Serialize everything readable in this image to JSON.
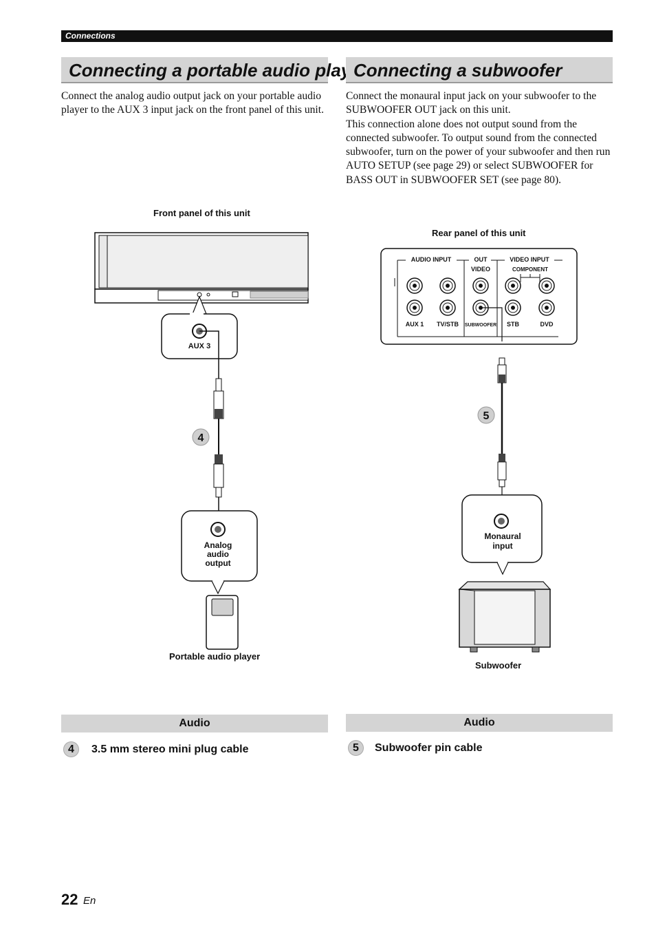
{
  "header": {
    "section": "Connections"
  },
  "left": {
    "title": "Connecting a portable audio player",
    "body": "Connect the analog audio output jack on your portable audio player to the AUX 3 input jack on the front panel of this unit.",
    "figure": {
      "front_panel_label": "Front panel of this unit",
      "aux_label": "AUX 3",
      "step_number": "4",
      "output_label_lines": [
        "Analog",
        "audio",
        "output"
      ],
      "device_label": "Portable audio player"
    },
    "cable_section": {
      "heading": "Audio",
      "number": "4",
      "label": "3.5 mm stereo mini plug cable"
    }
  },
  "right": {
    "title": "Connecting a subwoofer",
    "body_lines": [
      "Connect the monaural input jack on your subwoofer to the SUBWOOFER OUT jack on this unit.",
      "This connection alone does not output sound from the connected subwoofer. To output sound from the connected subwoofer, turn on the power of your subwoofer and then run AUTO SETUP (see page 29) or select SUBWOOFER for BASS OUT in SUBWOOFER SET (see page 80)."
    ],
    "figure": {
      "rear_panel_label": "Rear panel of this unit",
      "group_labels": {
        "audio_input": "AUDIO INPUT",
        "out": "OUT",
        "video_input": "VIDEO INPUT",
        "video": "VIDEO",
        "component": "COMPONENT"
      },
      "jack_labels": [
        "AUX 1",
        "TV/STB",
        "SUBWOOFER",
        "STB",
        "DVD"
      ],
      "step_number": "5",
      "input_label_lines": [
        "Monaural",
        "input"
      ],
      "device_label": "Subwoofer"
    },
    "cable_section": {
      "heading": "Audio",
      "number": "5",
      "label": "Subwoofer pin cable"
    }
  },
  "footer": {
    "page_number": "22",
    "lang": "En"
  }
}
